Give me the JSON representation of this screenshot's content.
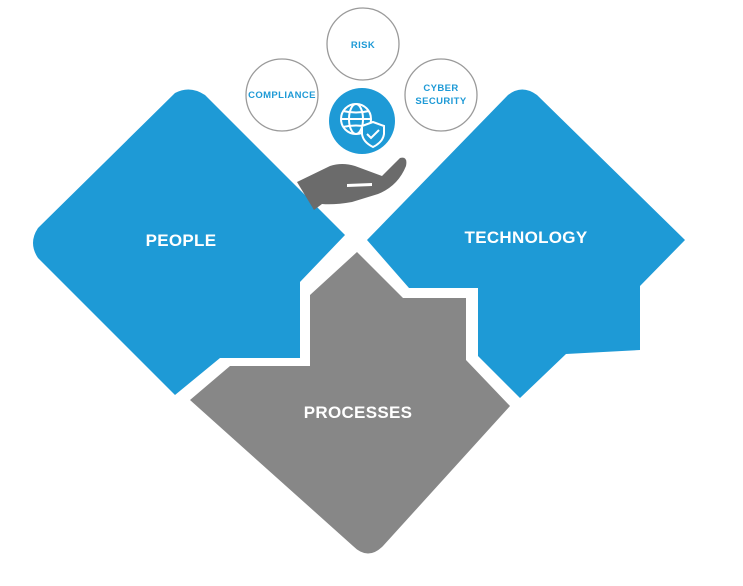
{
  "colors": {
    "blue": "#1e9ad6",
    "gray": "#878787",
    "hand_gray": "#6b6b6b",
    "circle_border": "#9a9a9a",
    "white": "#ffffff"
  },
  "pieces": {
    "people": {
      "label": "PEOPLE"
    },
    "technology": {
      "label": "TECHNOLOGY"
    },
    "processes": {
      "label": "PROCESSES"
    }
  },
  "circles": {
    "risk": {
      "label": "RISK"
    },
    "compliance": {
      "label": "COMPLIANCE"
    },
    "cyber_security": {
      "line1": "CYBER",
      "line2": "SECURITY"
    }
  },
  "icons": {
    "center": "globe-shield-icon",
    "hand": "open-hand-icon"
  }
}
